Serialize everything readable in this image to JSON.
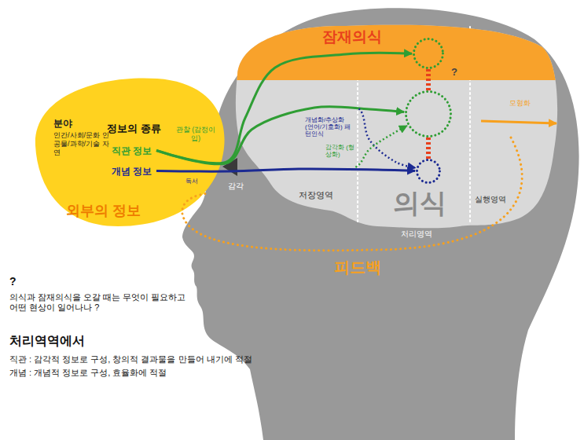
{
  "diagram": {
    "nodes": [
      {
        "text": [
          "분야",
          "인간/사회/문화 인공물/과학/기술 자연",
          "정보의 종류",
          "외부의 정보"
        ]
      },
      {
        "text": [
          "직관 정보"
        ],
        "in": 0
      },
      {
        "text": [
          "개념 정보"
        ],
        "in": 0
      },
      {
        "text": [
          "저장영역",
          "의식",
          "처리영역",
          "실행영역"
        ]
      },
      {
        "text": [
          "잠재의식"
        ],
        "in": 3
      },
      {
        "text": [],
        "in": 4
      },
      {
        "text": [],
        "in": 3
      },
      {
        "text": [],
        "in": 3
      }
    ],
    "edges": [
      {
        "from": 1,
        "to": 5,
        "arrow": "to"
      },
      {
        "from": 1,
        "to": 6,
        "arrow": "to"
      },
      {
        "from": 2,
        "to": 7,
        "arrow": "to"
      },
      {
        "from": 1,
        "to": 7,
        "label": "개념화/추상화 (언어/기호화) 패턴인식",
        "arrow": "to"
      },
      {
        "from": 2,
        "to": 6,
        "label": "감각화 (형상화)",
        "arrow": "to"
      },
      {
        "from": 5,
        "to": 6,
        "arrow": "none"
      },
      {
        "from": 6,
        "to": 7,
        "arrow": "none"
      }
    ],
    "labels": [
      "관찰 (감정이입)",
      "독서",
      "감각",
      "?",
      "모형화",
      "피드백",
      "?",
      "의식과 잠재의식을 오갈 때는 무엇이 필요하고 어떤 현상이 일어나나 ?",
      "처리역역에서",
      "직관 : 감각적 정보로 구성, 창의적 결과물을 만들어 내기에 적절",
      "개념 : 개념적 정보로 구성, 효율화에 적절"
    ]
  }
}
